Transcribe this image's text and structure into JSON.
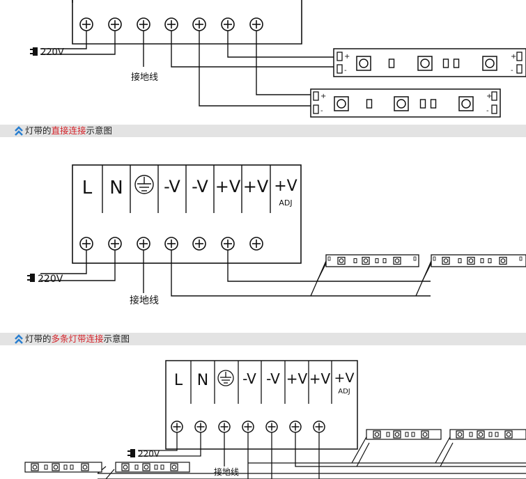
{
  "bars": [
    {
      "pre": "灯带的",
      "hl": "直接连接",
      "post": "示意图"
    },
    {
      "pre": "灯带的",
      "hl": "多条灯带连接",
      "post": "示意图"
    }
  ],
  "labels": {
    "voltage": "220V",
    "ground": "接地线",
    "L": "L",
    "N": "N",
    "neg": "-V",
    "pos": "+V",
    "adj": "ADJ",
    "plus": "+",
    "minus": "-"
  },
  "colors": {
    "bar_bg": "#e3e3e3",
    "highlight": "#d4232a",
    "chevron": "#2a7fd0"
  }
}
